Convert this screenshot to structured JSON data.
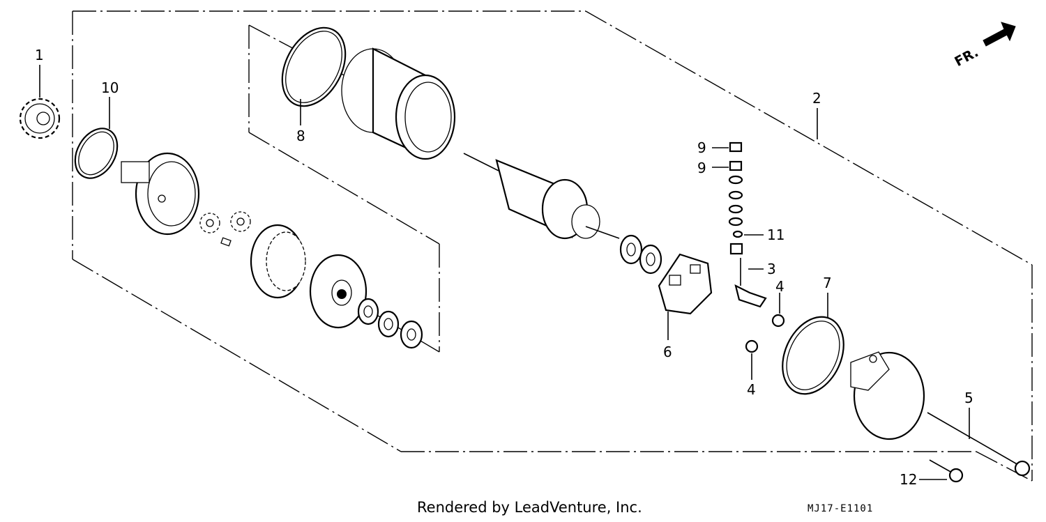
{
  "orientation": {
    "label": "FR.",
    "icon": "front-direction-arrow-icon"
  },
  "callouts": [
    {
      "id": "1",
      "text": "1"
    },
    {
      "id": "10",
      "text": "10"
    },
    {
      "id": "8",
      "text": "8"
    },
    {
      "id": "2",
      "text": "2"
    },
    {
      "id": "9a",
      "text": "9"
    },
    {
      "id": "9b",
      "text": "9"
    },
    {
      "id": "11",
      "text": "11"
    },
    {
      "id": "3",
      "text": "3"
    },
    {
      "id": "4a",
      "text": "4"
    },
    {
      "id": "4b",
      "text": "4"
    },
    {
      "id": "7",
      "text": "7"
    },
    {
      "id": "6",
      "text": "6"
    },
    {
      "id": "5",
      "text": "5"
    },
    {
      "id": "12",
      "text": "12"
    }
  ],
  "footer": {
    "credit": "Rendered by LeadVenture, Inc.",
    "diagram_code": "MJ17-E1101"
  }
}
